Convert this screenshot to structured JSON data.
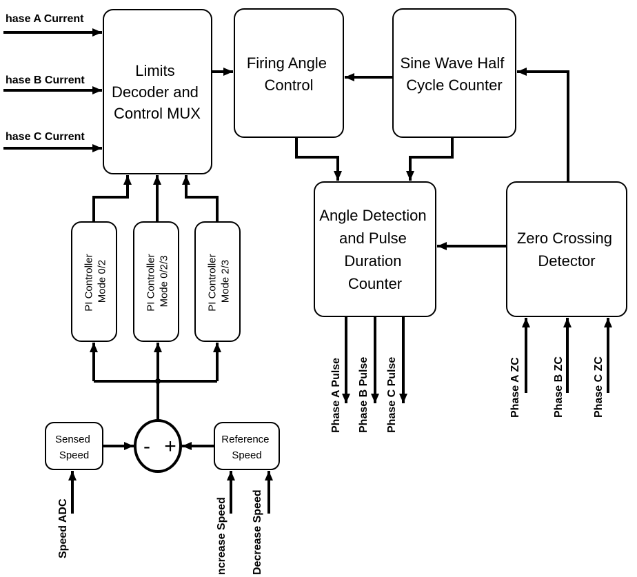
{
  "blocks": {
    "limits": [
      "Limits",
      "Decoder and",
      "Control MUX"
    ],
    "firing": [
      "Firing Angle",
      "Control"
    ],
    "sine": [
      "Sine Wave Half",
      "Cycle Counter"
    ],
    "angle": [
      "Angle Detection",
      "and Pulse",
      "Duration",
      "Counter"
    ],
    "zero": [
      "Zero Crossing",
      "Detector"
    ],
    "pi1": [
      "PI Controller",
      "Mode 0/2"
    ],
    "pi2": [
      "PI Controller",
      "Mode 0/2/3"
    ],
    "pi3": [
      "PI Controller",
      "Mode 2/3"
    ],
    "sensed": [
      "Sensed",
      "Speed"
    ],
    "reference": [
      "Reference",
      "Speed"
    ]
  },
  "summer": {
    "minus": "-",
    "plus": "+"
  },
  "inputs": {
    "phase_a_current": "hase A Current",
    "phase_b_current": "hase B Current",
    "phase_c_current": "hase C Current",
    "speed_adc": "Speed ADC",
    "increase_speed": "ncrease Speed",
    "decrease_speed": "Decrease Speed",
    "phase_a_zc": "Phase A ZC",
    "phase_b_zc": "Phase B ZC",
    "phase_c_zc": "Phase C ZC"
  },
  "outputs": {
    "phase_a_pulse": "Phase A Pulse",
    "phase_b_pulse": "Phase B Pulse",
    "phase_c_pulse": "Phase C Pulse"
  }
}
